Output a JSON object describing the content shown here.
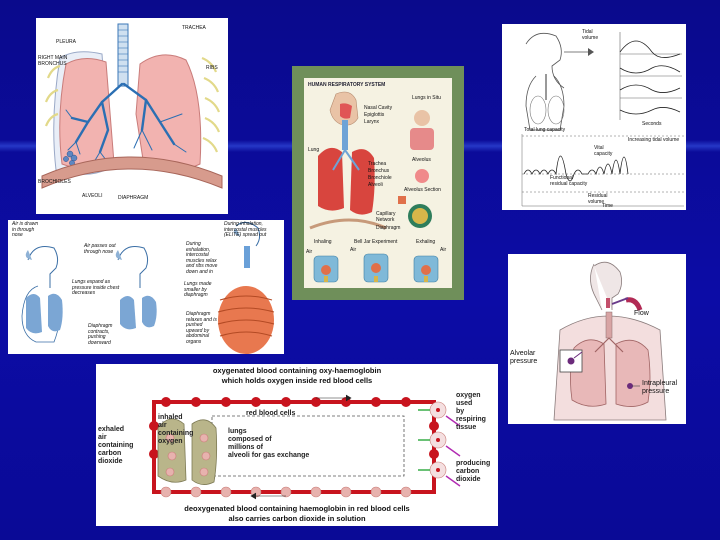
{
  "lungs_panel": {
    "labels": {
      "pleura": "PLEURA",
      "trachea": "TRACHEA",
      "right_main_bronchus": "RIGHT MAIN BRONCHUS",
      "ribs": "RIBS",
      "brochioles": "BROCHIOLES",
      "alveoli": "ALVEOLI",
      "diaphragm": "DIAPHRAGM"
    }
  },
  "poster_panel": {
    "title": "HUMAN RESPIRATORY SYSTEM",
    "labels": {
      "lungs_in_situ": "Lungs in Situ",
      "nasal_cavity": "Nasal Cavity",
      "epiglottis": "Epiglottis",
      "larynx": "Larynx",
      "alveolus": "Alveolus",
      "lung": "Lung",
      "trachea": "Trachea",
      "bronchus": "Bronchus",
      "bronchiole": "Bronchiole",
      "alveoli": "Alveoli",
      "alveolus_section": "Alveolus Section",
      "capillary_network": "Capillary Network",
      "diaphragm": "Diaphragm",
      "inhaling": "Inhaling",
      "bell_jar": "Bell Jar Experiment",
      "exhaling": "Exhaling",
      "air": "Air"
    }
  },
  "volumes_panel": {
    "labels": {
      "tidal_volume": "Tidal volume",
      "total_lung_capacity": "Total lung capacity",
      "vital_capacity": "Vital capacity",
      "increasing_tidal": "Increasing tidal volume",
      "functional_residual": "Functional residual capacity",
      "residual_volume": "Residual volume",
      "seconds": "Seconds",
      "time": "Time"
    }
  },
  "breathing_panel": {
    "labels": {
      "air_drawn": "Air is drawn in through nose",
      "air_passes": "Air passes out through nose",
      "lungs_expand": "Lungs expand as pressure inside chest decreases",
      "diaphragm_contracts": "Diaphragm contracts, pushing downward",
      "during_exhalation": "During exhalation, intercostal muscles relax and ribs move down and in",
      "lungs_made_smaller": "Lungs made smaller by diaphragm",
      "diaphragm_relaxes": "Diaphragm relaxes and is pushed upward by abdominal organs",
      "during_inhalation": "During inhalation, intercostal muscles (ELITE) spread out"
    }
  },
  "flow_panel": {
    "labels": {
      "flow": "Flow",
      "alveolar_pressure": "Alveolar pressure",
      "intrapleural_pressure": "Intrapleural pressure"
    }
  },
  "circulation_panel": {
    "top_caption_1": "oxygenated blood containing oxy-haemoglobin",
    "top_caption_2": "which holds oxygen inside red blood cells",
    "exhaled_air": [
      "exhaled",
      "air",
      "containing",
      "carbon",
      "dioxide"
    ],
    "inhaled_air": [
      "inhaled",
      "air",
      "containing",
      "oxygen"
    ],
    "red_blood_cells": "red blood cells",
    "lungs_desc": [
      "lungs",
      "composed of",
      "millions of",
      "alveoli for gas exchange"
    ],
    "oxygen_used": [
      "oxygen",
      "used",
      "by",
      "respiring",
      "tissue"
    ],
    "producing": [
      "producing",
      "carbon",
      "dioxide"
    ],
    "bottom_caption_1": "deoxygenated blood containing haemoglobin in red blood cells",
    "bottom_caption_2": "also carries carbon dioxide in solution"
  },
  "colors": {
    "background": "#0c0ca6",
    "lung_pink": "#f2b3b0",
    "bronchi_blue": "#2b6fb3",
    "artery_red": "#c8141e",
    "lung_olive": "#b9b58a"
  }
}
